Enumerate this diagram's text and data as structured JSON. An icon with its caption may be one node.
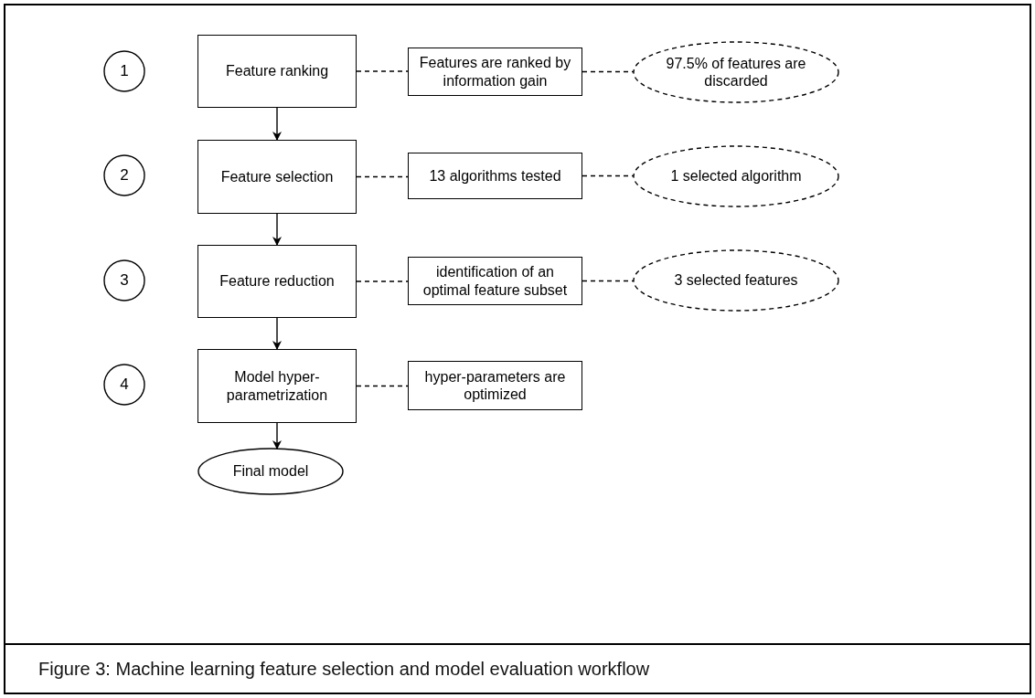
{
  "diagram": {
    "caption": "Figure 3: Machine learning feature selection and model evaluation workflow",
    "nodes": [
      {
        "text": [
          "1"
        ]
      },
      {
        "text": [
          "Feature ranking"
        ]
      },
      {
        "text": [
          "Features are ranked by information gain"
        ]
      },
      {
        "text": [
          "97.5% of features are discarded"
        ]
      },
      {
        "text": [
          "2"
        ]
      },
      {
        "text": [
          "Feature selection"
        ]
      },
      {
        "text": [
          "13 algorithms tested"
        ]
      },
      {
        "text": [
          "1 selected algorithm"
        ]
      },
      {
        "text": [
          "3"
        ]
      },
      {
        "text": [
          "Feature reduction"
        ]
      },
      {
        "text": [
          "identification of an optimal feature subset"
        ]
      },
      {
        "text": [
          "3 selected features"
        ]
      },
      {
        "text": [
          "4"
        ]
      },
      {
        "text": [
          "Model hyper-parametrization"
        ]
      },
      {
        "text": [
          "hyper-parameters are optimized"
        ]
      },
      {
        "text": [
          "Final model"
        ]
      }
    ],
    "edges": [
      {
        "from": 1,
        "to": 5,
        "arrow": "to"
      },
      {
        "from": 5,
        "to": 9,
        "arrow": "to"
      },
      {
        "from": 9,
        "to": 13,
        "arrow": "to"
      },
      {
        "from": 13,
        "to": 15,
        "arrow": "to"
      },
      {
        "from": 1,
        "to": 2,
        "arrow": "none",
        "style": "dashed"
      },
      {
        "from": 2,
        "to": 3,
        "arrow": "none",
        "style": "dashed"
      },
      {
        "from": 5,
        "to": 6,
        "arrow": "none",
        "style": "dashed"
      },
      {
        "from": 6,
        "to": 7,
        "arrow": "none",
        "style": "dashed"
      },
      {
        "from": 9,
        "to": 10,
        "arrow": "none",
        "style": "dashed"
      },
      {
        "from": 10,
        "to": 11,
        "arrow": "none",
        "style": "dashed"
      },
      {
        "from": 13,
        "to": 14,
        "arrow": "none",
        "style": "dashed"
      }
    ]
  }
}
